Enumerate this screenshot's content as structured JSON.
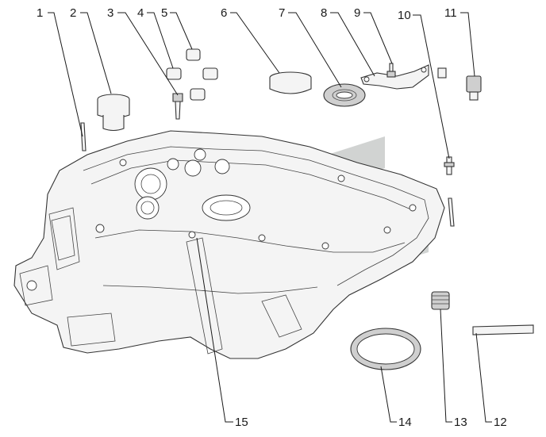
{
  "callouts": [
    {
      "id": "c1",
      "label": "1"
    },
    {
      "id": "c2",
      "label": "2"
    },
    {
      "id": "c3",
      "label": "3"
    },
    {
      "id": "c4",
      "label": "4"
    },
    {
      "id": "c5",
      "label": "5"
    },
    {
      "id": "c6",
      "label": "6"
    },
    {
      "id": "c7",
      "label": "7"
    },
    {
      "id": "c8",
      "label": "8"
    },
    {
      "id": "c9",
      "label": "9"
    },
    {
      "id": "c10",
      "label": "10"
    },
    {
      "id": "c11",
      "label": "11"
    },
    {
      "id": "c12",
      "label": "12"
    },
    {
      "id": "c13",
      "label": "13"
    },
    {
      "id": "c14",
      "label": "14"
    },
    {
      "id": "c15",
      "label": "15"
    }
  ],
  "colors": {
    "watermark": "#c9cccb",
    "line": "#1a1a1a",
    "background": "#ffffff"
  }
}
